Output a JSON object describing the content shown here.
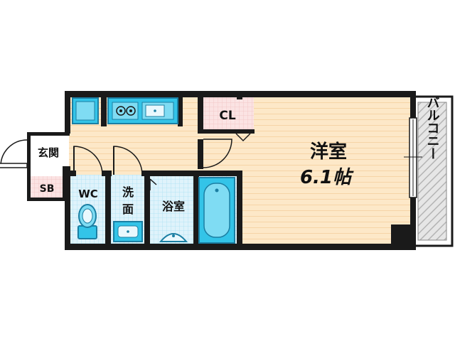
{
  "rooms": {
    "western": {
      "name": "洋室",
      "size": "6.1帖"
    },
    "closet": "CL",
    "entrance": "玄関",
    "shoe_box": "SB",
    "toilet": "WC",
    "washroom_line1": "洗",
    "washroom_line2": "面",
    "bathroom": "浴室",
    "balcony": "バルコニー"
  },
  "colors": {
    "wall": "#1a1a1a",
    "western_floor": "#fde8c8",
    "western_stripe": "#f6d4a6",
    "wet_area": "#dff3fb",
    "wet_tile": "#8ed6ee",
    "closet_floor": "#fbe3e3",
    "balcony_fill": "#e4e4e4",
    "balcony_hatch": "#b8b8b8",
    "fixture": "#33c4e8",
    "fixture_dark": "#1b7fa3"
  }
}
